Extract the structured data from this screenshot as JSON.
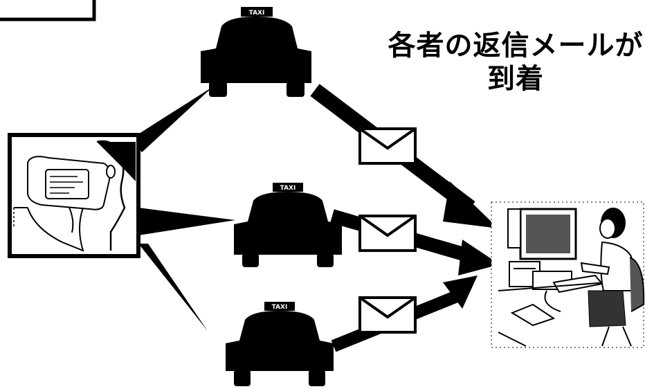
{
  "caption": {
    "line1": "各者の返信メールが",
    "line2": "到着"
  },
  "taxis": [
    {
      "sign": "TAXI"
    },
    {
      "sign": "TAXI"
    },
    {
      "sign": "TAXI"
    }
  ],
  "phone_screen_text": "",
  "colors": {
    "ink": "#000000",
    "paper": "#ffffff",
    "shade": "#cccccc"
  }
}
